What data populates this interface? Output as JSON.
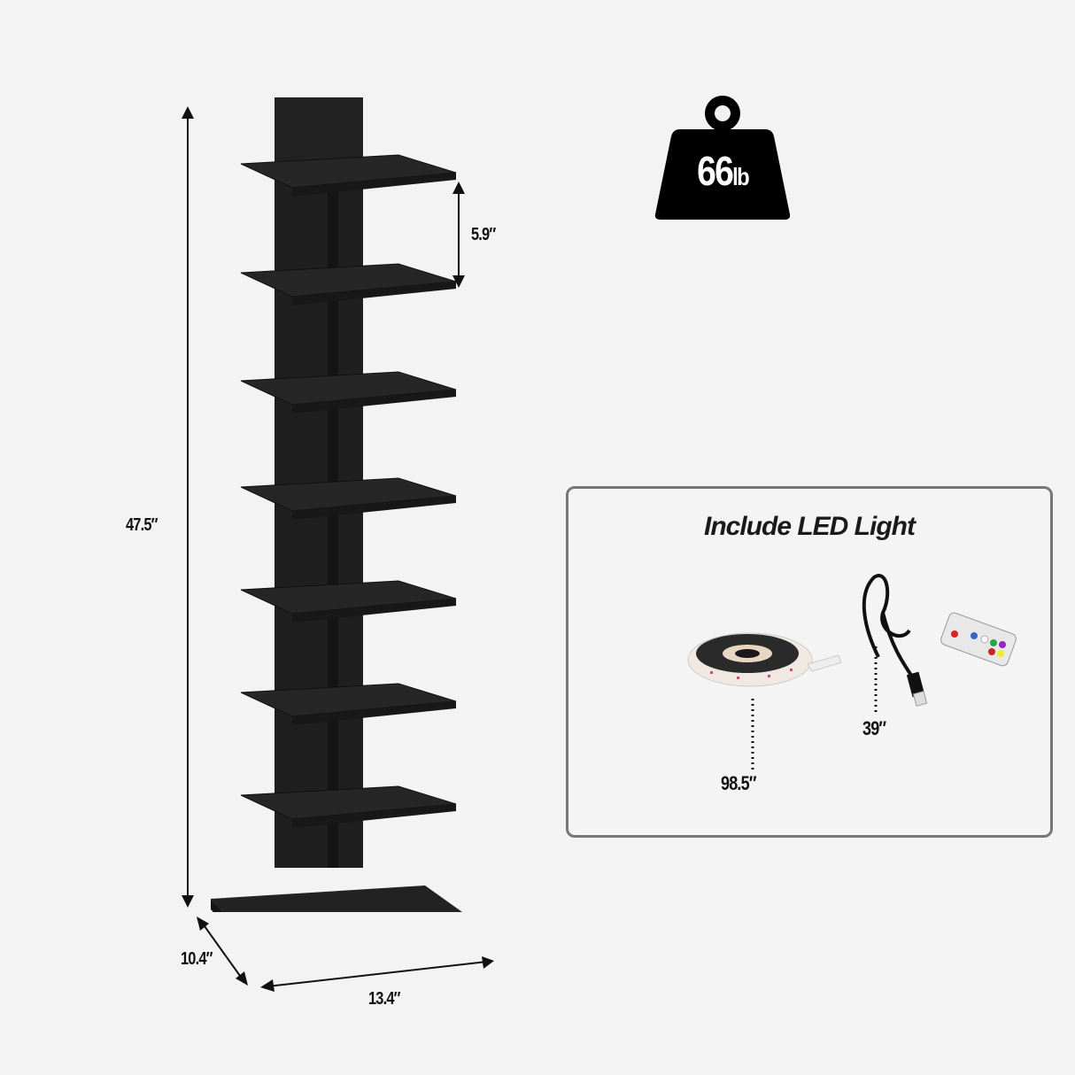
{
  "product": {
    "name": "Spine bookshelf tower",
    "color": "#1c1c1c",
    "shelf_count": 8
  },
  "dimensions": {
    "height": "47.5″",
    "shelf_spacing": "5.9″",
    "depth": "10.4″",
    "width": "13.4″"
  },
  "weight_badge": {
    "icon": "weight-icon",
    "value": "66",
    "unit": "lb"
  },
  "led_panel": {
    "title": "Include LED Light",
    "strip_length": "98.5″",
    "cable_length": "39″",
    "items": [
      "led-strip-reel-icon",
      "usb-cable-icon",
      "remote-control-icon"
    ]
  }
}
